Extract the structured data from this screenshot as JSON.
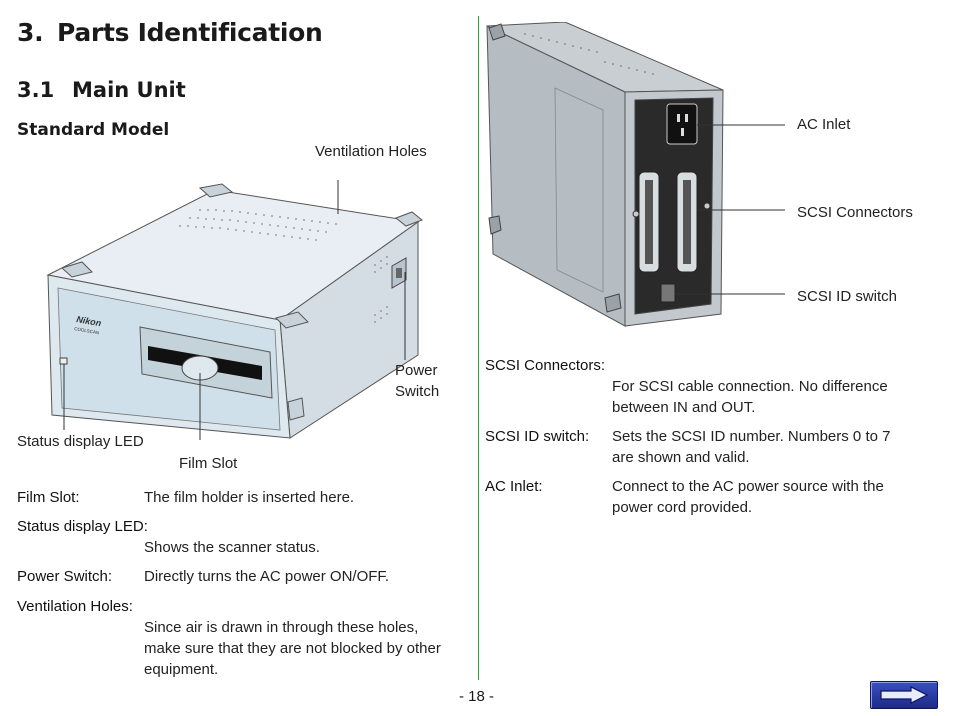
{
  "heading": {
    "number": "3.",
    "title": "Parts Identification"
  },
  "subheading": {
    "number": "3.1",
    "title": "Main Unit"
  },
  "model_title": "Standard Model",
  "front_figure": {
    "brand": "Nikon",
    "brand_sub": "COOLSCAN",
    "callouts": {
      "ventilation": "Ventilation Holes",
      "power_line1": "Power",
      "power_line2": "Switch",
      "status_led": "Status display LED",
      "film_slot": "Film Slot"
    }
  },
  "rear_figure": {
    "callouts": {
      "ac_inlet": "AC Inlet",
      "scsi_connectors": "SCSI Connectors",
      "scsi_id": "SCSI ID switch"
    }
  },
  "left_definitions": [
    {
      "term": "Film Slot:",
      "desc": [
        "The film holder is inserted here."
      ]
    },
    {
      "term": "Status display LED:",
      "desc": [
        "Shows the scanner status."
      ]
    },
    {
      "term": "Power Switch:",
      "desc": [
        "Directly turns the AC power ON/OFF."
      ]
    },
    {
      "term": "Ventilation Holes:",
      "desc": [
        "Since air is drawn in through these holes,",
        "make sure that they are not blocked by other",
        "equipment."
      ]
    }
  ],
  "right_definitions": [
    {
      "term": "SCSI Connectors:",
      "desc": [
        "For SCSI cable connection.  No difference",
        "between IN and OUT."
      ]
    },
    {
      "term": "SCSI ID switch:",
      "desc": [
        "Sets the SCSI ID number.  Numbers 0 to 7",
        "are shown and valid."
      ]
    },
    {
      "term": "AC Inlet:",
      "desc": [
        "Connect to the AC power source with the",
        "power cord provided."
      ]
    }
  ],
  "page_number": "- 18 -",
  "nav": {
    "next_icon": "right-arrow-icon"
  },
  "colors": {
    "divider": "#2e9a3a",
    "nav_button": "#2a3aa8"
  }
}
